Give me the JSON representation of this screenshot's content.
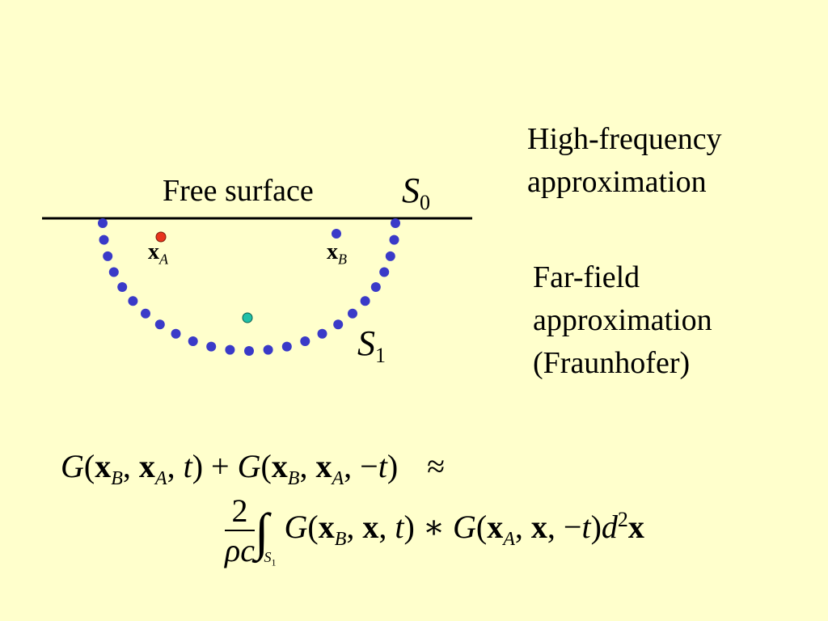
{
  "surface_label": "Free surface",
  "s0": {
    "symbol": "S",
    "sub": "0"
  },
  "s1": {
    "symbol": "S",
    "sub": "1"
  },
  "point_a": {
    "symbol": "x",
    "sub": "A",
    "color": "#E8341C"
  },
  "point_b": {
    "symbol": "x",
    "sub": "B"
  },
  "center_point_color": "#20C0A8",
  "boundary_dot_color": "#3A3AC8",
  "notes": {
    "high_freq": [
      "High-frequency",
      "approximation"
    ],
    "far_field": [
      "Far-field",
      "approximation",
      "(Fraunhofer)"
    ]
  },
  "equation": {
    "approx": "≈",
    "numerator": "2",
    "denominator": "ρc"
  }
}
